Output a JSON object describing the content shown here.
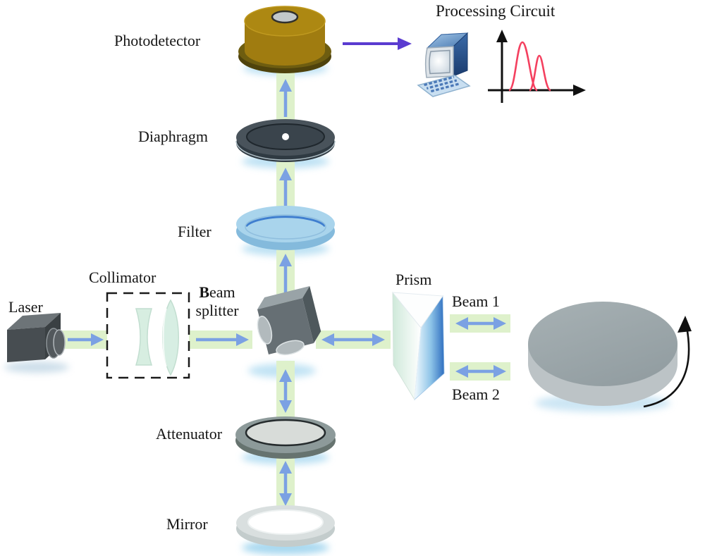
{
  "figure": {
    "kind": "optical-measurement-system-diagram",
    "background": "#ffffff"
  },
  "labels": {
    "photodetector": "Photodetector",
    "processing_circuit": "Processing Circuit",
    "diaphragm": "Diaphragm",
    "filter": "Filter",
    "collimator": "Collimator",
    "laser": "Laser",
    "beam_splitter_line1": "Beam",
    "beam_splitter_line2": "splitter",
    "prism": "Prism",
    "beam1": "Beam 1",
    "beam2": "Beam 2",
    "attenuator": "Attenuator",
    "mirror": "Mirror"
  },
  "icons": {
    "computer": "monitor-with-keyboard-icon",
    "spectrum": "two-overlapping-red-peaks-plot",
    "rotation": "curved-rotation-arrow",
    "beam_arrows": "blue-direction-arrows"
  },
  "colors": {
    "beam_band": "#def1cb",
    "beam_arrow_blue": "#7ba1e3",
    "signal_arrow_purple": "#5a3bd0",
    "spectrum_curve_red": "#f4405f",
    "axis_black": "#111111",
    "label_text": "#151515",
    "photodetector_gold": "#a8820f",
    "diaphragm_slate": "#454f57",
    "filter_blue": "#a9d4ec",
    "prism_blue": "#3f86d4",
    "collimator_lens_mint": "#d7eee2",
    "metal_gray": "#6a7478",
    "disc_gray": "#9ba6aa"
  }
}
